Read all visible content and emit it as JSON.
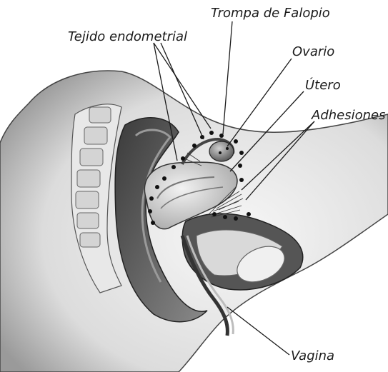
{
  "labels": {
    "trompa": "Trompa de Falopio",
    "tejido": "Tejido endometrial",
    "ovario": "Ovario",
    "utero": "Útero",
    "adhesiones": "Adhesiones",
    "vagina": "Vagina"
  },
  "colors": {
    "background": "#ffffff",
    "ink": "#1a1a1a",
    "tissue_light": "#e6e6e6",
    "tissue_mid": "#bdbdbd",
    "tissue_dark": "#4a4a4a",
    "lesion": "#111111"
  }
}
